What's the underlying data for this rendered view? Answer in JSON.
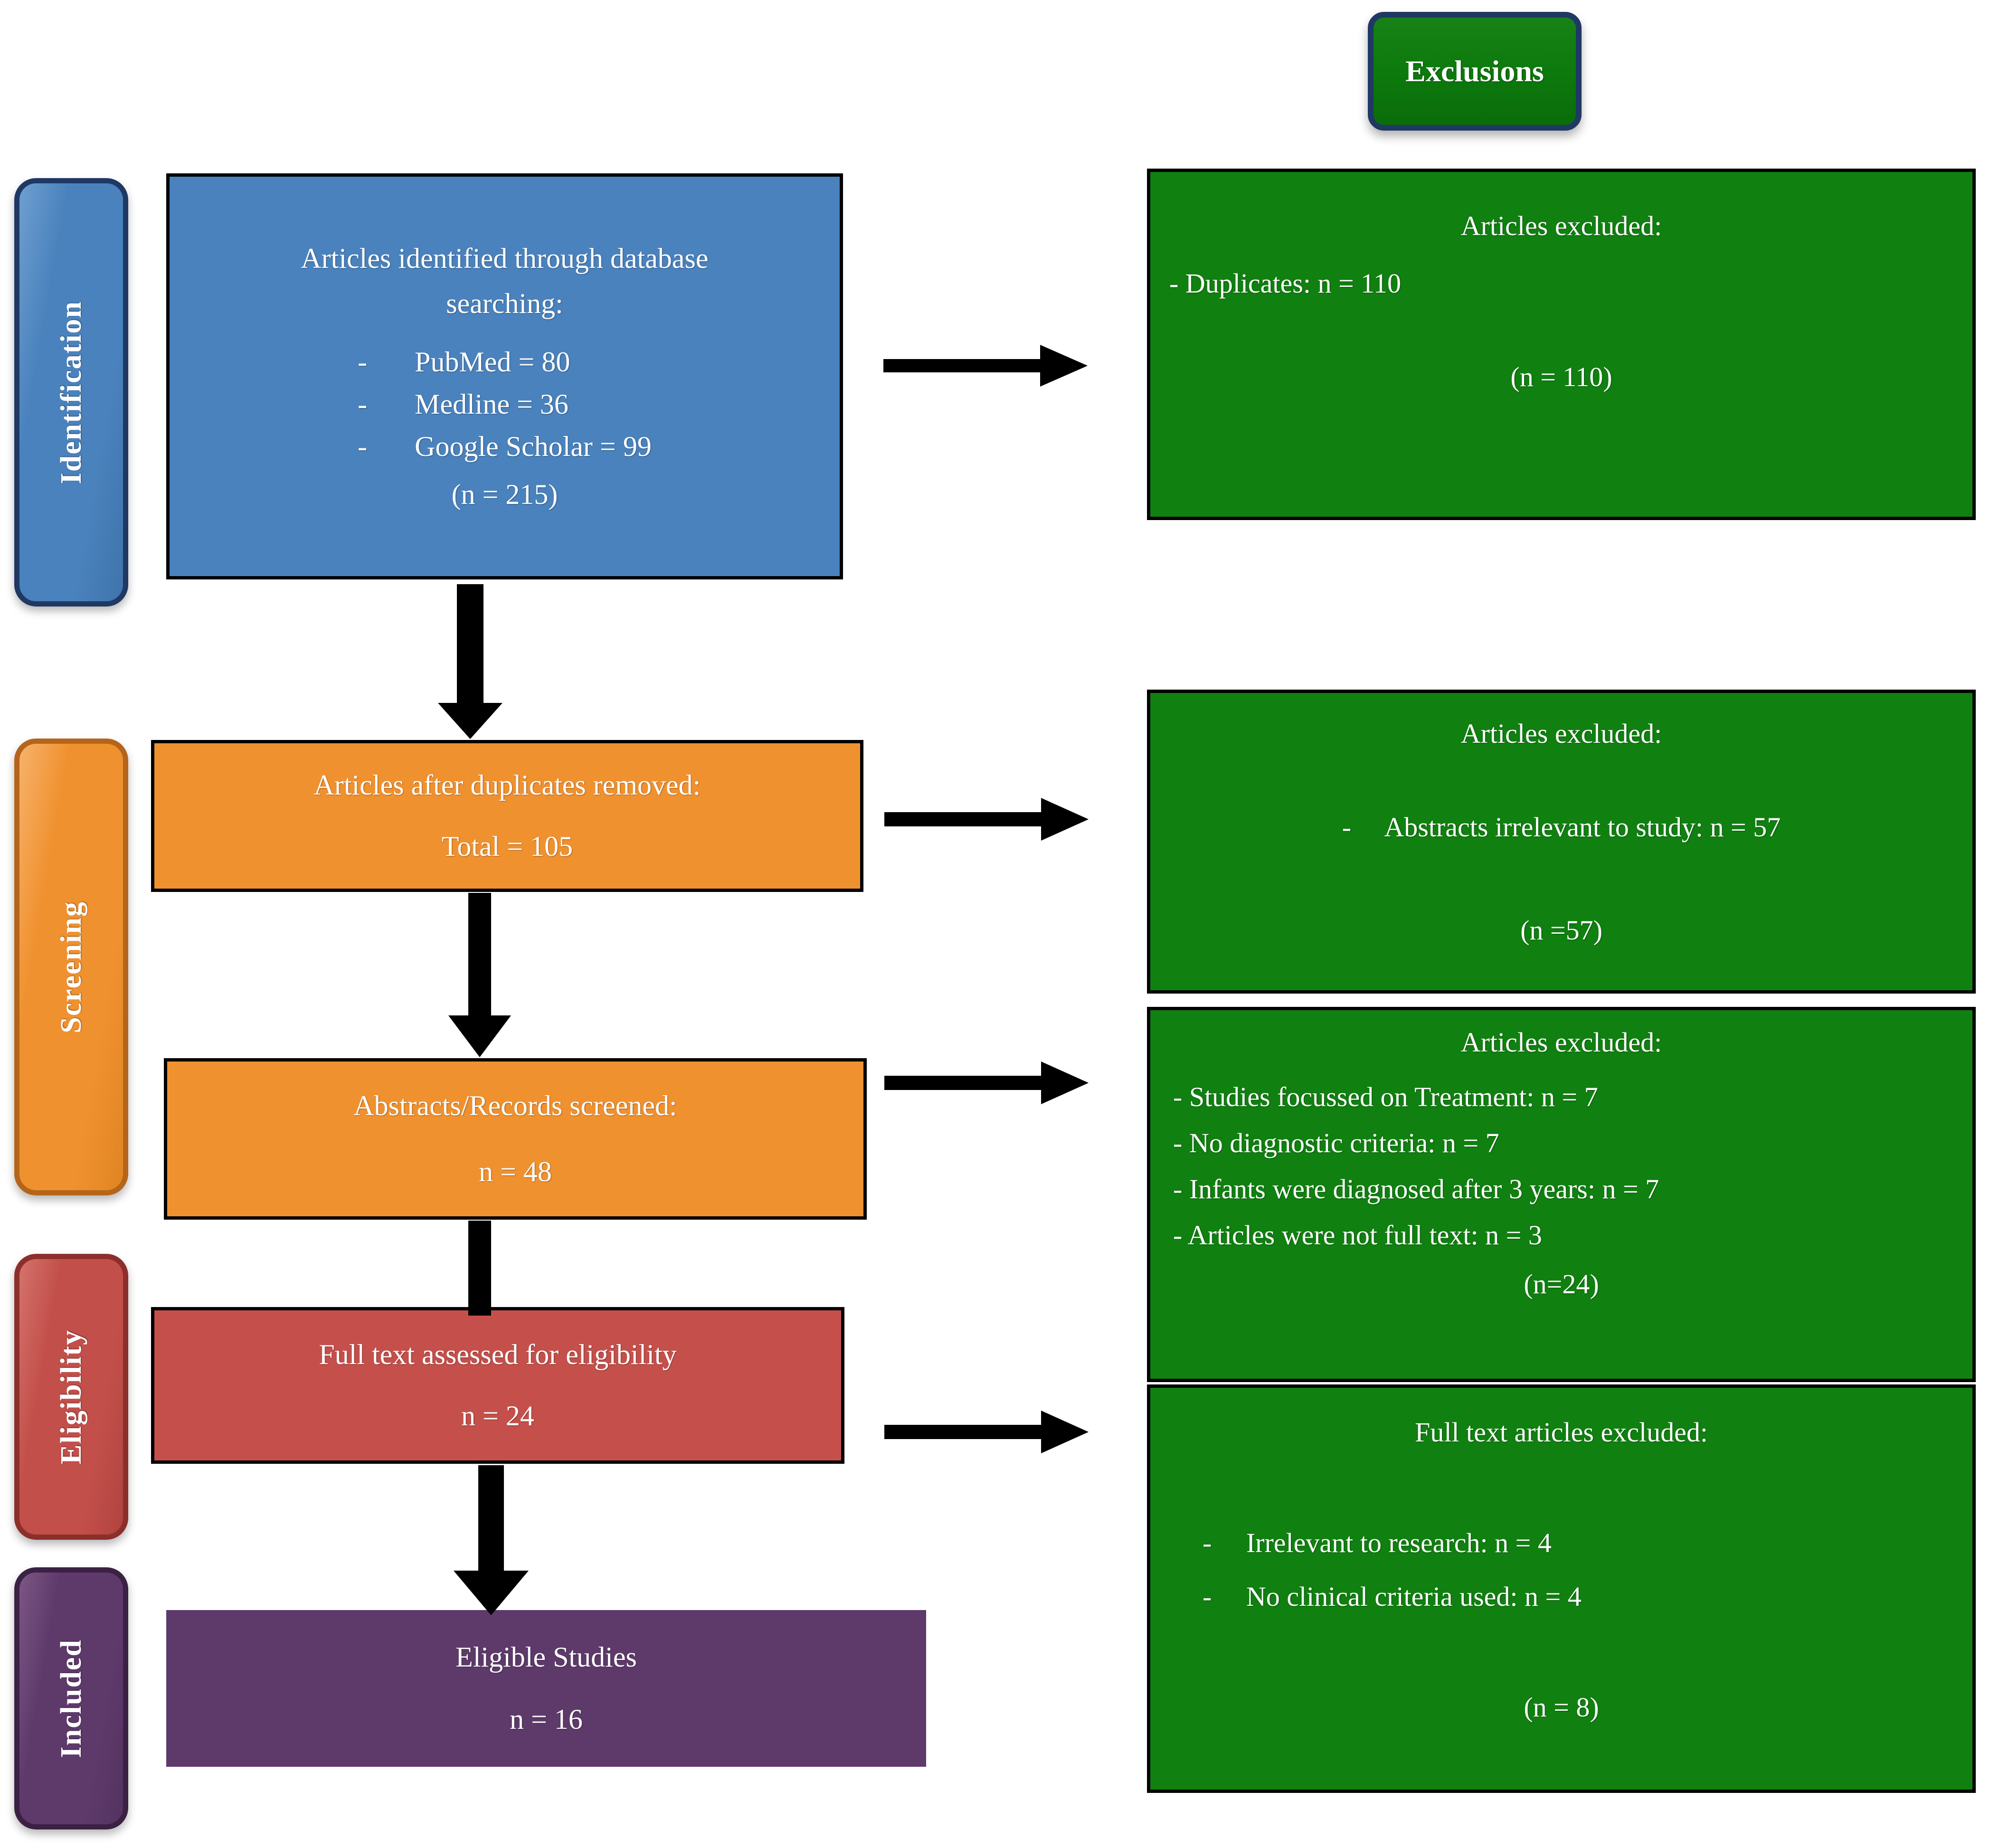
{
  "diagram": {
    "title": "PRISMA flow diagram",
    "colors": {
      "identification": "#4a82bd",
      "screening": "#f0912f",
      "eligibility": "#c5504b",
      "included": "#5e3a6b",
      "exclusion": "#108010",
      "tab_border": "#1f3864",
      "arrow": "#000000"
    }
  },
  "stages": {
    "identification": "Identification",
    "screening": "Screening",
    "eligibility": "Eligibility",
    "included": "Included"
  },
  "exclusions_header": {
    "label": "Exclusions"
  },
  "boxes": {
    "identified": {
      "heading_line1": "Articles identified through database",
      "heading_line2": "searching:",
      "sources": [
        {
          "dash": "-",
          "label": "PubMed = 80"
        },
        {
          "dash": "-",
          "label": "Medline = 36"
        },
        {
          "dash": "-",
          "label": "Google Scholar = 99"
        }
      ],
      "total": "(n = 215)"
    },
    "after_duplicates": {
      "line1": "Articles after duplicates removed:",
      "line2": "Total = 105"
    },
    "screened": {
      "line1": "Abstracts/Records screened:",
      "line2": "n = 48"
    },
    "full_text_assessed": {
      "line1": "Full text assessed for eligibility",
      "line2": "n = 24"
    },
    "eligible_studies": {
      "line1": "Eligible Studies",
      "line2": "n = 16"
    }
  },
  "exclusion_boxes": {
    "duplicates": {
      "heading": "Articles excluded:",
      "reasons": [
        "- Duplicates: n = 110"
      ],
      "total": "(n = 110)"
    },
    "abstracts": {
      "heading": "Articles excluded:",
      "reasons": [
        "-  Abstracts irrelevant to study: n = 57"
      ],
      "total": "(n =57)"
    },
    "screening_detail": {
      "heading": "Articles excluded:",
      "reasons": [
        "- Studies focussed on Treatment: n = 7",
        "- No diagnostic criteria: n = 7",
        "- Infants were diagnosed after 3 years: n = 7",
        "- Articles were not full text: n = 3"
      ],
      "total": "(n=24)"
    },
    "full_text": {
      "heading": "Full text articles excluded:",
      "reasons": [
        "-  Irrelevant to research: n = 4",
        "-  No clinical criteria used: n = 4"
      ],
      "total": "(n = 8)"
    }
  }
}
